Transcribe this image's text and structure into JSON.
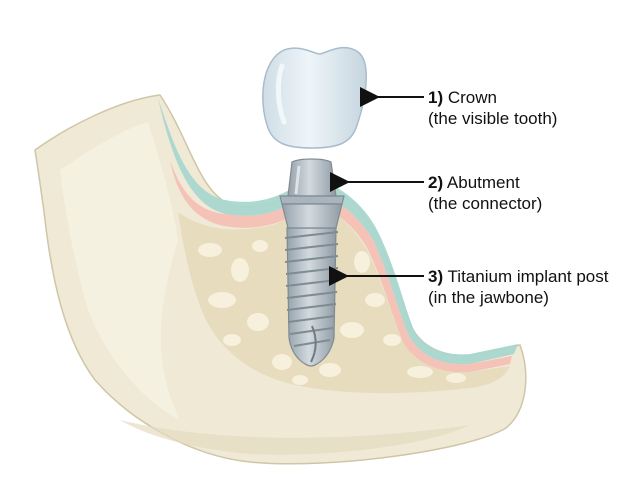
{
  "colors": {
    "bone_outer": "#efe9d6",
    "bone_inner": "#e7dcbe",
    "bone_spot": "#f6f0dd",
    "gum": "#f4c2b6",
    "tissue": "#a9d7cf",
    "crown": "#e1edf4",
    "metal": "#b7c1c8",
    "metal_dark": "#8e9aa3",
    "arrow": "#111111"
  },
  "icons": [
    "tooth-crown-icon",
    "abutment-icon",
    "implant-screw-icon",
    "jawbone-icon"
  ],
  "labels": [
    {
      "number": "1)",
      "title": "Crown",
      "subtitle": "(the visible tooth)"
    },
    {
      "number": "2)",
      "title": "Abutment",
      "subtitle": "(the connector)"
    },
    {
      "number": "3)",
      "title": "Titanium implant post",
      "subtitle": "(in the jawbone)"
    }
  ]
}
